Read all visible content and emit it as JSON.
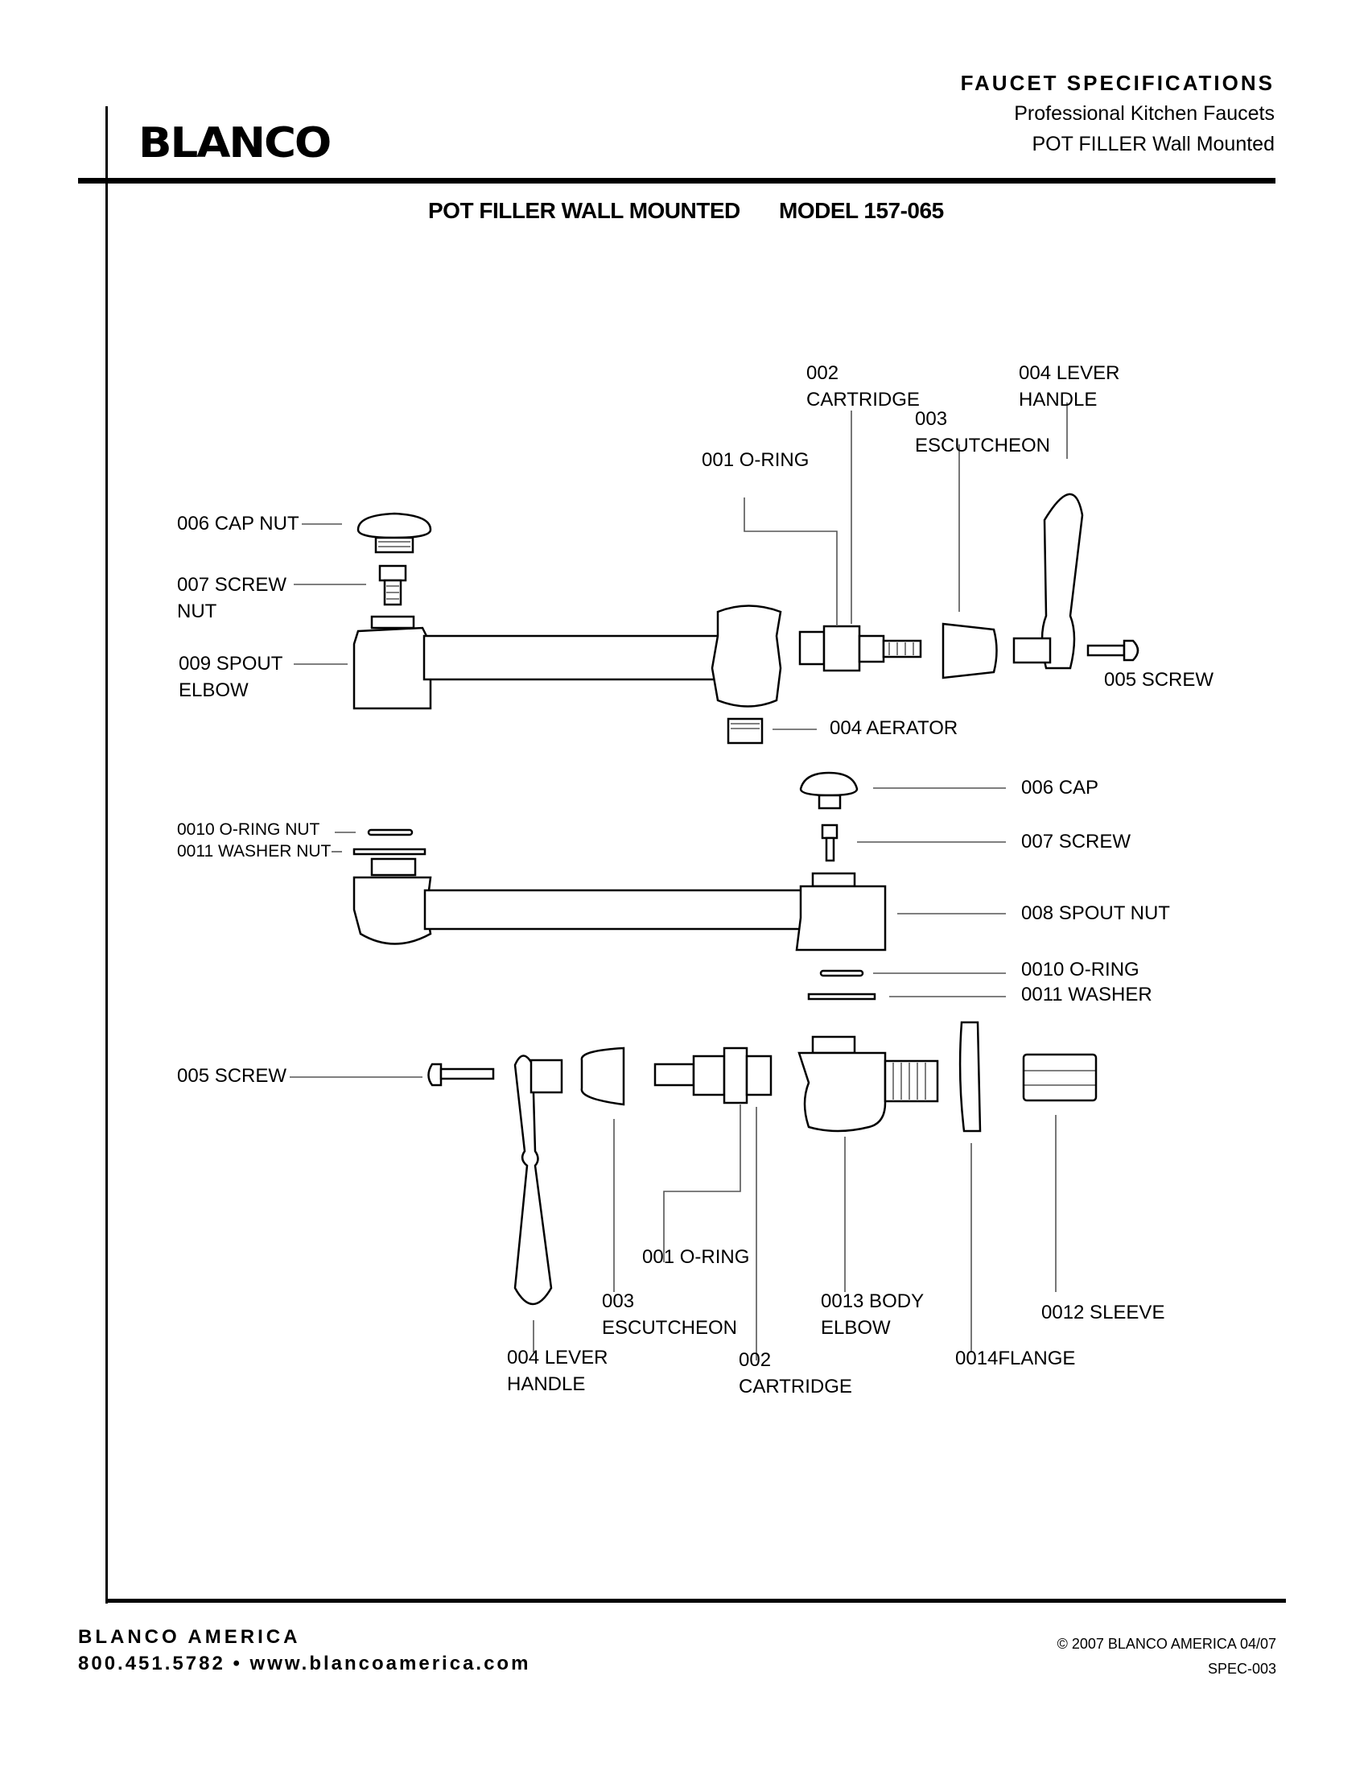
{
  "header": {
    "logo": "BLANCO",
    "title": "FAUCET SPECIFICATIONS",
    "subtitle_1": "Professional Kitchen Faucets",
    "subtitle_2": "POT FILLER Wall Mounted"
  },
  "document": {
    "product": "POT FILLER WALL MOUNTED",
    "model": "MODEL 157-065"
  },
  "diagram": {
    "upper_assembly": {
      "cap_nut": "006  CAP NUT",
      "screw_nut_1": "007  SCREW",
      "screw_nut_2": "NUT",
      "spout_elbow_1": "009  SPOUT",
      "spout_elbow_2": "ELBOW",
      "o_ring": "001 O-RING",
      "cartridge_1": "002",
      "cartridge_2": "CARTRIDGE",
      "escutcheon_1": "003",
      "escutcheon_2": "ESCUTCHEON",
      "lever_handle_1": "004 LEVER",
      "lever_handle_2": "HANDLE",
      "screw": "005 SCREW",
      "aerator": "004 AERATOR"
    },
    "middle_assembly": {
      "o_ring_nut": "0010  O-RING NUT",
      "washer_nut": "0011 WASHER NUT",
      "cap": "006  CAP",
      "screw": "007  SCREW",
      "spout_nut": "008 SPOUT NUT",
      "o_ring": "0010  O-RING",
      "washer": "0011 WASHER"
    },
    "lower_assembly": {
      "screw": "005 SCREW",
      "o_ring": "001 O-RING",
      "escutcheon_1": "003",
      "escutcheon_2": "ESCUTCHEON",
      "body_elbow_1": "0013 BODY",
      "body_elbow_2": "ELBOW",
      "sleeve": "0012  SLEEVE",
      "lever_handle_1": "004 LEVER",
      "lever_handle_2": "HANDLE",
      "cartridge_1": "002",
      "cartridge_2": "CARTRIDGE",
      "flange": "0014FLANGE"
    }
  },
  "footer": {
    "company": "BLANCO AMERICA",
    "contact": "800.451.5782 • www.blancoamerica.com",
    "copyright": "© 2007 BLANCO AMERICA 04/07",
    "doc_code": "SPEC-003"
  }
}
